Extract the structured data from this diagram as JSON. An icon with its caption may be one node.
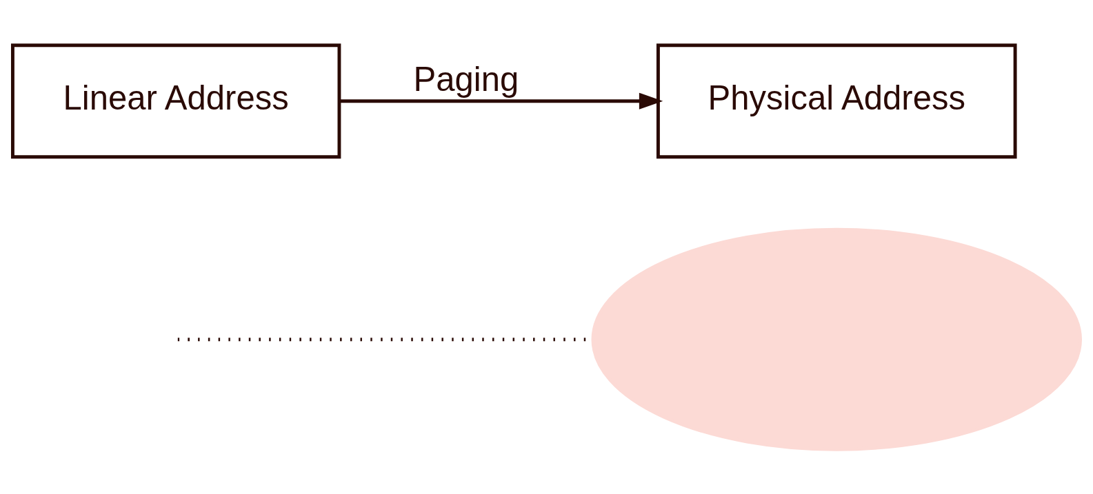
{
  "diagram": {
    "nodes": [
      {
        "text": [],
        "shape": "ellipse"
      },
      {
        "text": [
          "Linear Address"
        ]
      },
      {
        "text": [
          "Physical Address"
        ]
      }
    ],
    "edges": [
      {
        "from": 1,
        "to": 2,
        "label": "Paging",
        "arrow": "to"
      },
      {
        "from": null,
        "to": 0,
        "arrow": "none",
        "style": "dashed"
      }
    ]
  }
}
